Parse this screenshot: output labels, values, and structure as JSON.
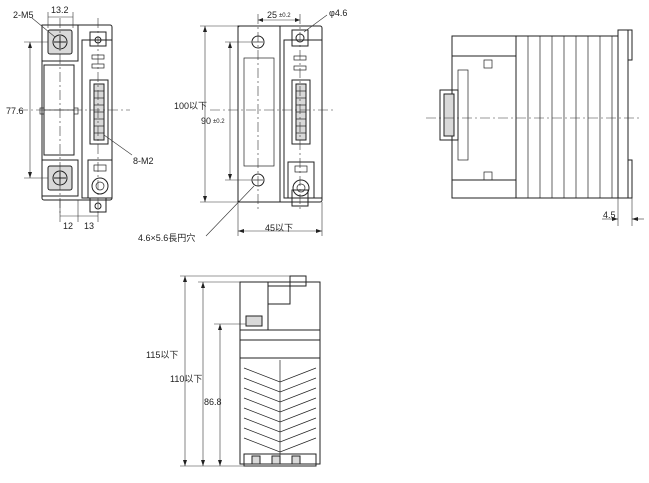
{
  "labels": {
    "screws_front": "2-M5",
    "width_top": "13.2",
    "height_left": "77.6",
    "terminals": "8-M2",
    "bottom_12": "12",
    "bottom_13": "13",
    "slot_hole": "4.6×5.6長円穴",
    "pitch_25": "25",
    "tol": "±0.2",
    "hole_dia": "φ4.6",
    "height_100": "100以下",
    "height_90": "90",
    "width_45": "45以下",
    "offset_45": "4.5",
    "height_115": "115以下",
    "height_110": "110以下",
    "height_868": "86.8"
  }
}
